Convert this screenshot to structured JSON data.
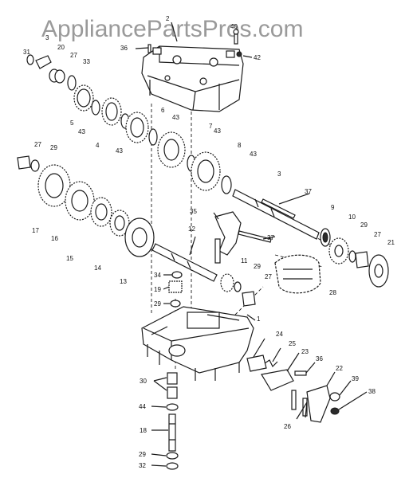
{
  "watermark": "AppliancePartsPros.com",
  "callouts": {
    "c1": "1",
    "c2": "2",
    "c3a": "3",
    "c3b": "3",
    "c4": "4",
    "c5": "5",
    "c6": "6",
    "c7": "7",
    "c8": "8",
    "c9": "9",
    "c10": "10",
    "c11": "11",
    "c12": "12",
    "c13": "13",
    "c14": "14",
    "c15": "15",
    "c16": "16",
    "c17": "17",
    "c18": "18",
    "c19": "19",
    "c20": "20",
    "c21": "21",
    "c22": "22",
    "c23": "23",
    "c24": "24",
    "c25": "25",
    "c26": "26",
    "c27a": "27",
    "c27b": "27",
    "c27c": "27",
    "c27d": "27",
    "c28": "28",
    "c29a": "29",
    "c29b": "29",
    "c29c": "29",
    "c29d": "29",
    "c29e": "29",
    "c30": "30",
    "c31": "31",
    "c32": "32",
    "c33": "33",
    "c34": "34",
    "c35": "35",
    "c36a": "36",
    "c36b": "36",
    "c37a": "37",
    "c37b": "37",
    "c38": "38",
    "c39": "39",
    "c40": "40",
    "c42": "42",
    "c43a": "43",
    "c43b": "43",
    "c43c": "43",
    "c43d": "43",
    "c43e": "43",
    "c44": "44"
  }
}
